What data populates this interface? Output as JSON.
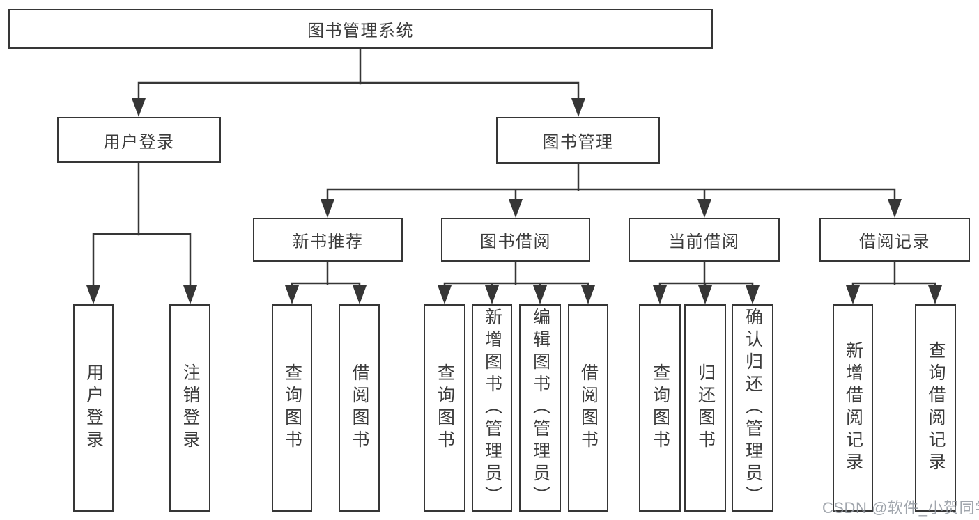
{
  "diagram_title": "图书管理系统",
  "tree": {
    "label": "图书管理系统",
    "children": [
      {
        "label": "用户登录",
        "children": [
          {
            "label": "用户登录"
          },
          {
            "label": "注销登录"
          }
        ]
      },
      {
        "label": "图书管理",
        "children": [
          {
            "label": "新书推荐",
            "children": [
              {
                "label": "查询图书"
              },
              {
                "label": "借阅图书"
              }
            ]
          },
          {
            "label": "图书借阅",
            "children": [
              {
                "label": "查询图书"
              },
              {
                "label": "新增图书（管理员）"
              },
              {
                "label": "编辑图书（管理员）"
              },
              {
                "label": "借阅图书"
              }
            ]
          },
          {
            "label": "当前借阅",
            "children": [
              {
                "label": "查询图书"
              },
              {
                "label": "归还图书"
              },
              {
                "label": "确认归还（管理员）"
              }
            ]
          },
          {
            "label": "借阅记录",
            "children": [
              {
                "label": "新增借阅记录"
              },
              {
                "label": "查询借阅记录"
              }
            ]
          }
        ]
      }
    ]
  },
  "watermark": "CSDN @软件_小贺同学",
  "colors": {
    "line": "#363636",
    "box_border": "#363636",
    "text": "#3c3c3c",
    "watermark": "#949aa2",
    "background": "#ffffff"
  }
}
